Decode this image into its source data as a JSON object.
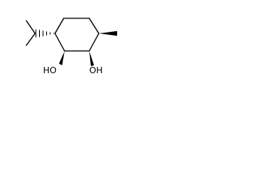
{
  "structure": {
    "atom_labels": [
      {
        "id": "oh-left",
        "text": "HO"
      },
      {
        "id": "oh-right",
        "text": "OH"
      }
    ],
    "bond_color": "#000000",
    "background_color": "#ffffff"
  }
}
